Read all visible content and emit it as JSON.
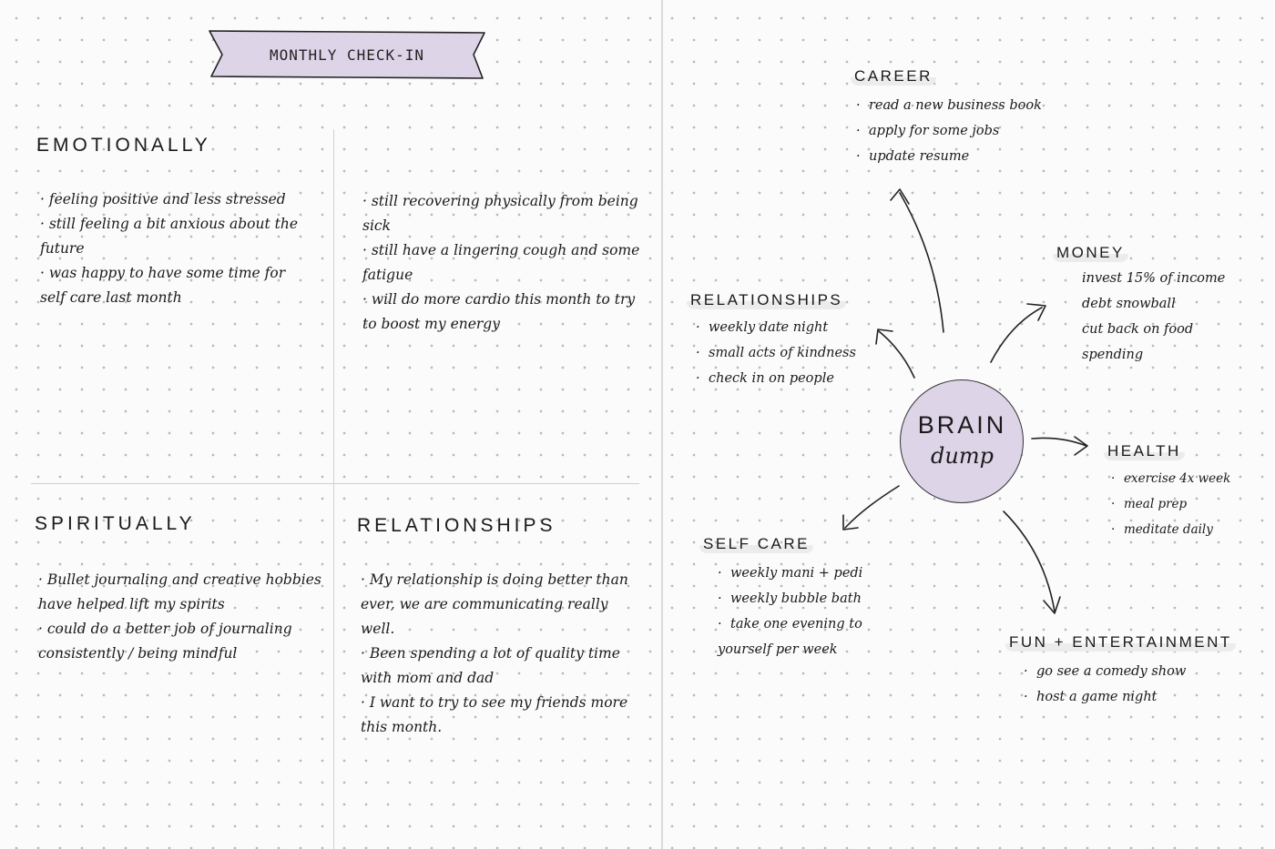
{
  "banner": {
    "title": "MONTHLY CHECK-IN"
  },
  "emotionally": {
    "heading": "EMOTIONALLY",
    "left_items": [
      "· feeling positive and less stressed",
      "· still feeling a bit anxious about the future",
      "· was happy to have some time for self care last month"
    ],
    "right_items": [
      "· still recovering physically from being sick",
      "· still have a lingering cough and some fatigue",
      "· will do more cardio this month to try to boost my energy"
    ]
  },
  "spiritually": {
    "heading": "SPIRITUALLY",
    "items": [
      "· Bullet journaling and creative hobbies have helped lift my spirits",
      "· could do a better job of journaling consistently / being mindful"
    ]
  },
  "relationships_section": {
    "heading": "RELATIONSHIPS",
    "items": [
      "· My relationship is doing better than ever, we are communicating really well.",
      "· Been spending a lot of quality time with mom and dad",
      "· I want to try to see my friends more this month."
    ]
  },
  "brain_dump": {
    "title_top": "BRAIN",
    "title_bottom": "dump",
    "circle_color": "#ddd4e8",
    "career": {
      "heading": "CAREER",
      "items": [
        "read a new business book",
        "apply for some jobs",
        "update resume"
      ]
    },
    "money": {
      "heading": "MONEY",
      "items": [
        "invest 15% of income",
        "debt snowball",
        "cut back on food spending"
      ]
    },
    "relationships": {
      "heading": "RELATIONSHIPS",
      "items": [
        "weekly date night",
        "small acts of kindness",
        "check in on people"
      ]
    },
    "health": {
      "heading": "HEALTH",
      "items": [
        "exercise 4x week",
        "meal prep",
        "meditate daily"
      ]
    },
    "self_care": {
      "heading": "SELF CARE",
      "items": [
        "weekly mani + pedi",
        "weekly bubble bath",
        "take one evening to yourself per week"
      ]
    },
    "fun": {
      "heading": "FUN + ENTERTAINMENT",
      "items": [
        "go see a comedy show",
        "host a game night"
      ]
    }
  },
  "colors": {
    "accent": "#ddd4e8",
    "ink": "#1a1a1a",
    "divider": "#cfcfcf"
  }
}
